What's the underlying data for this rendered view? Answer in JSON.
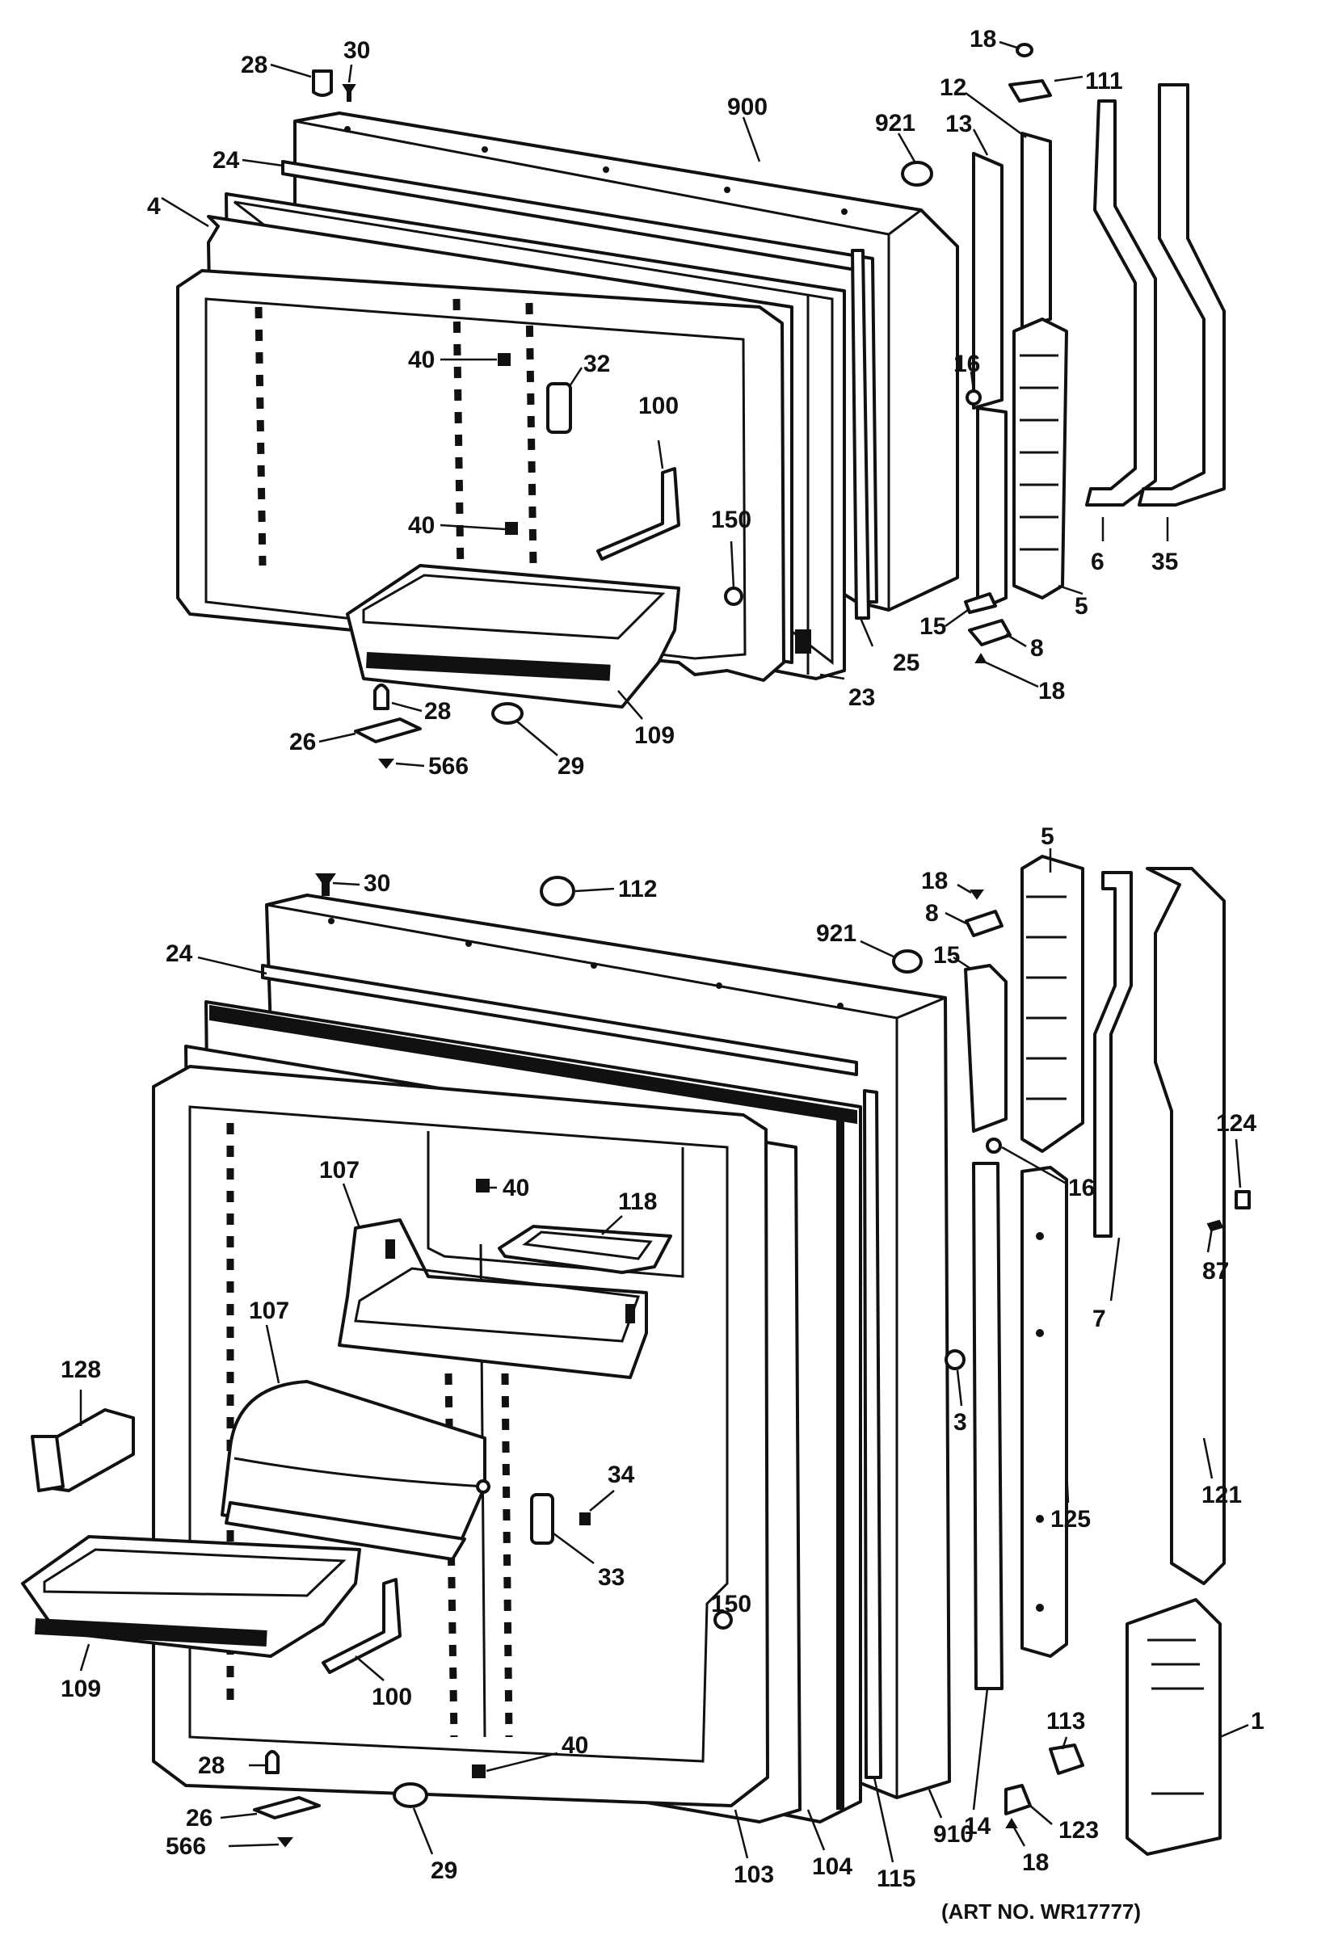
{
  "art_number": "(ART NO. WR17777)",
  "upper_labels": {
    "l28": "28",
    "l30": "30",
    "l24": "24",
    "l4": "4",
    "l900": "900",
    "l921": "921",
    "l18a": "18",
    "l12": "12",
    "l111": "111",
    "l13": "13",
    "l40a": "40",
    "l32": "32",
    "l100": "100",
    "l16": "16",
    "l40b": "40",
    "l150": "150",
    "l6": "6",
    "l35": "35",
    "l5": "5",
    "l15": "15",
    "l8": "8",
    "l25": "25",
    "l23": "23",
    "l18b": "18",
    "l28b": "28",
    "l26": "26",
    "l566": "566",
    "l29": "29",
    "l109": "109"
  },
  "lower_labels": {
    "l30": "30",
    "l112": "112",
    "l18a": "18",
    "l5": "5",
    "l8": "8",
    "l921": "921",
    "l15": "15",
    "l24": "24",
    "l40a": "40",
    "l118": "118",
    "l107a": "107",
    "l16": "16",
    "l124": "124",
    "l87": "87",
    "l7": "7",
    "l128": "128",
    "l107b": "107",
    "l3": "3",
    "l34": "34",
    "l33": "33",
    "l125": "125",
    "l121": "121",
    "l150": "150",
    "l109": "109",
    "l100": "100",
    "l40b": "40",
    "l113": "113",
    "l1": "1",
    "l28": "28",
    "l26": "26",
    "l566": "566",
    "l29": "29",
    "l103": "103",
    "l104": "104",
    "l115": "115",
    "l910": "910",
    "l14": "14",
    "l123": "123",
    "l18b": "18"
  }
}
